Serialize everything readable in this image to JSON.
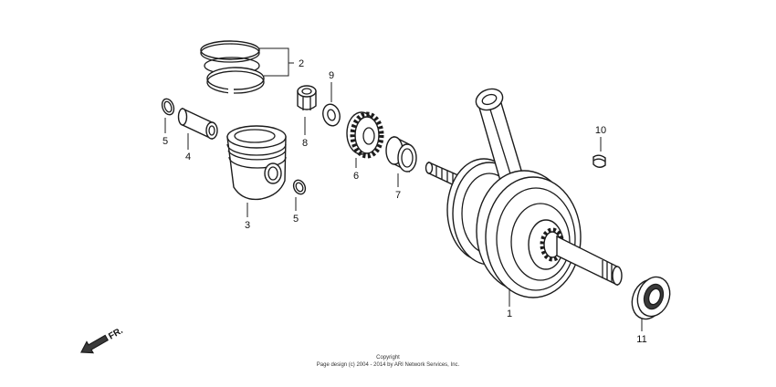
{
  "diagram": {
    "callouts": [
      "1",
      "2",
      "3",
      "4",
      "5",
      "5",
      "6",
      "7",
      "8",
      "9",
      "10",
      "11"
    ]
  },
  "direction_marker": {
    "label": "FR."
  },
  "footer": {
    "title": "Copyright",
    "line": "Page design (c) 2004 - 2014 by ARI Network Services, Inc."
  },
  "colors": {
    "line": "#1c1c1c",
    "background": "#ffffff"
  }
}
